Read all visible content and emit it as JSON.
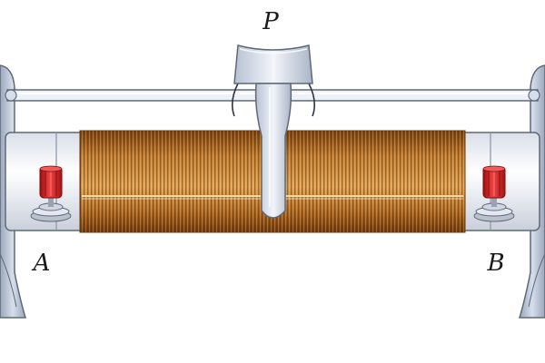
{
  "labels": {
    "slider": "P",
    "terminal_left": "A",
    "terminal_right": "B"
  },
  "colors": {
    "bracket": "#c7d2e3",
    "bracket_edge": "#6b7380",
    "rod": "#e9edf5",
    "tube": "#eef1f8",
    "coil_dark": "#8a4a12",
    "coil_light": "#e3a04e",
    "coil_highlight": "#ffd58a",
    "knob": "#d62020",
    "slider": "#e4e9f2"
  },
  "icons": {
    "terminal_left": "binding-post-icon",
    "terminal_right": "binding-post-icon"
  }
}
